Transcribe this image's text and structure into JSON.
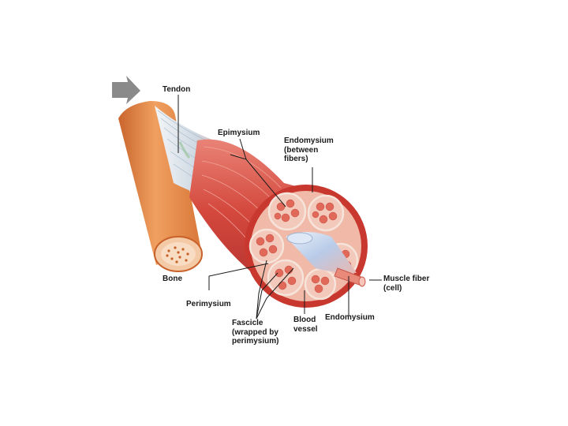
{
  "labels": {
    "tendon": "Tendon",
    "epimysium": "Epimysium",
    "endomysium_between": "Endomysium\n(between\nfibers)",
    "bone": "Bone",
    "perimysium": "Perimysium",
    "fascicle": "Fascicle\n(wrapped by\nperimysium)",
    "blood_vessel": "Blood\nvessel",
    "endomysium": "Endomysium",
    "muscle_fiber": "Muscle fiber\n(cell)"
  },
  "colors": {
    "bone": "#e8894a",
    "bone_dark": "#c8612a",
    "muscle": "#d9544a",
    "muscle_dark": "#b83a34",
    "tendon": "#dfe6ec",
    "fascicle_fill": "#f2c9bb",
    "fiber": "#e0695a",
    "vessel": "#c9d8ee",
    "arrow": "#8a8a8a"
  }
}
